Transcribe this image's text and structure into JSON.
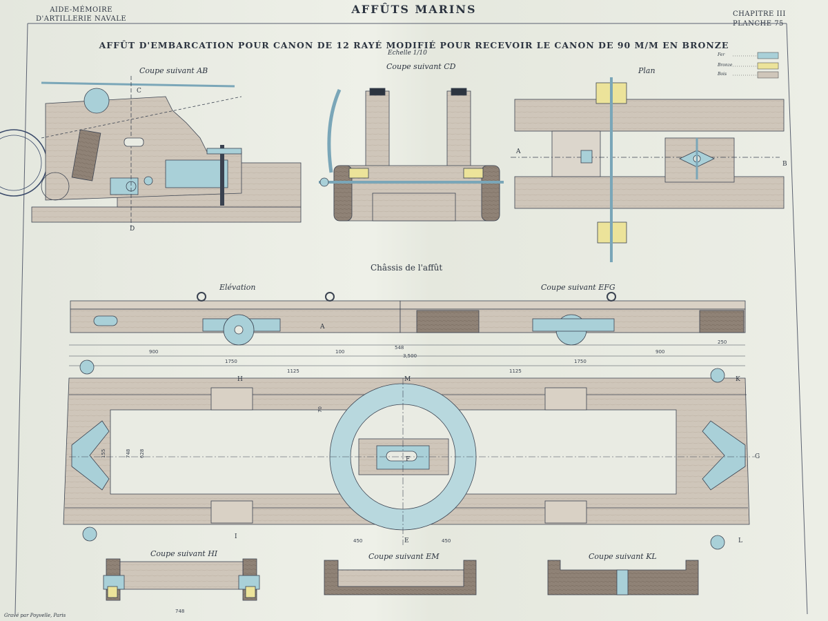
{
  "header": {
    "left_line1": "AIDE-MÉMOIRE",
    "left_line2": "D'ARTILLERIE NAVALE",
    "title": "AFFÛTS MARINS",
    "right_line1": "CHAPITRE III",
    "right_line2": "PLANCHE 75"
  },
  "subtitle": "AFFÛT D'EMBARCATION POUR CANON DE 12 RAYÉ MODIFIÉ POUR RECEVOIR LE CANON DE 90 M/M EN BRONZE",
  "scale": "Echelle 1/10",
  "legend": {
    "items": [
      {
        "label": "Fer",
        "color": "#a9d0d8"
      },
      {
        "label": "Bronze",
        "color": "#ece39a"
      },
      {
        "label": "Bois",
        "color": "#cfc6ba"
      }
    ]
  },
  "views": {
    "coupe_ab": "Coupe suivant AB",
    "coupe_cd": "Coupe suivant CD",
    "plan": "Plan",
    "chassis_title": "Châssis de l'affût",
    "elevation": "Elévation",
    "coupe_efg": "Coupe suivant EFG",
    "coupe_hi": "Coupe suivant HI",
    "coupe_em": "Coupe suivant EM",
    "coupe_kl": "Coupe suivant KL"
  },
  "letters": {
    "a": "A",
    "b": "B",
    "c": "C",
    "d": "D",
    "e": "E",
    "f": "F",
    "g": "G",
    "h": "H",
    "i": "I",
    "k": "K",
    "l": "L",
    "m": "M"
  },
  "dimensions": {
    "d900a": "900",
    "d900b": "900",
    "d1750a": "1750",
    "d1750b": "1750",
    "d1125a": "1125",
    "d1125b": "1125",
    "d548": "548",
    "d3500": "3,500",
    "d748a": "748",
    "d748b": "748",
    "d628": "628",
    "d450a": "450",
    "d450b": "450",
    "d250": "250",
    "d155": "155",
    "d100": "100",
    "d70": "70"
  },
  "printer": "Gravé par Poyvelle, Paris"
}
